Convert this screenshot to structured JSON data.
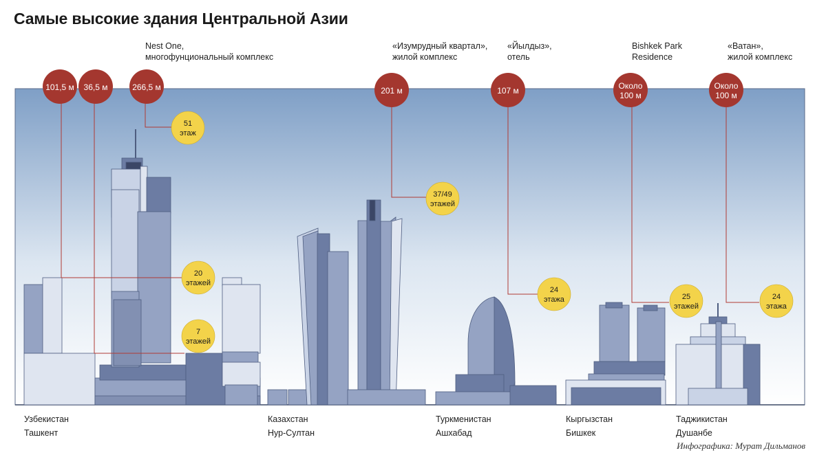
{
  "title": "Самые высокие здания Центральной Азии",
  "credit": "Инфографика: Мурат Дильманов",
  "colors": {
    "sky_top": "#7f9fc6",
    "sky_bottom": "#ffffff",
    "height_badge": "#a4372f",
    "floor_badge": "#f3d34a",
    "leader_line": "#b03a34",
    "building_light": "#c9d3e6",
    "building_mid": "#95a3c3",
    "building_dark": "#6c7ca3"
  },
  "building_labels": [
    {
      "id": "nest-one",
      "lines": [
        "Nest One,",
        "многофунциональный комплекс"
      ]
    },
    {
      "id": "emerald",
      "lines": [
        "«Изумрудный квартал»,",
        "жилой комплекс"
      ]
    },
    {
      "id": "yildiz",
      "lines": [
        "«Йылдыз»,",
        "отель"
      ]
    },
    {
      "id": "bishkek-park",
      "lines": [
        "Bishkek Park",
        "Residence"
      ]
    },
    {
      "id": "vatan",
      "lines": [
        "«Ватан»,",
        "жилой комплекс"
      ]
    }
  ],
  "height_badges": [
    {
      "id": "uz-1",
      "lines": [
        "101,5 м"
      ]
    },
    {
      "id": "uz-2",
      "lines": [
        "36,5 м"
      ]
    },
    {
      "id": "nest-one",
      "lines": [
        "266,5 м"
      ]
    },
    {
      "id": "emerald",
      "lines": [
        "201 м"
      ]
    },
    {
      "id": "yildiz",
      "lines": [
        "107 м"
      ]
    },
    {
      "id": "bishkek-park",
      "lines": [
        "Около",
        "100 м"
      ]
    },
    {
      "id": "vatan",
      "lines": [
        "Около",
        "100 м"
      ]
    }
  ],
  "floor_badges": [
    {
      "id": "nest-one",
      "lines": [
        "51",
        "этаж"
      ]
    },
    {
      "id": "uz-1",
      "lines": [
        "20",
        "этажей"
      ]
    },
    {
      "id": "uz-2",
      "lines": [
        "7",
        "этажей"
      ]
    },
    {
      "id": "emerald",
      "lines": [
        "37/49",
        "этажей"
      ]
    },
    {
      "id": "yildiz",
      "lines": [
        "24",
        "этажа"
      ]
    },
    {
      "id": "bishkek-park",
      "lines": [
        "25",
        "этажей"
      ]
    },
    {
      "id": "vatan",
      "lines": [
        "24",
        "этажа"
      ]
    }
  ],
  "countries": [
    {
      "id": "uzbekistan",
      "country": "Узбекистан",
      "city": "Ташкент"
    },
    {
      "id": "kazakhstan",
      "country": "Казахстан",
      "city": "Нур-Султан"
    },
    {
      "id": "turkmenistan",
      "country": "Туркменистан",
      "city": "Ашхабад"
    },
    {
      "id": "kyrgyzstan",
      "country": "Кыргызстан",
      "city": "Бишкек"
    },
    {
      "id": "tajikistan",
      "country": "Таджикистан",
      "city": "Душанбе"
    }
  ]
}
